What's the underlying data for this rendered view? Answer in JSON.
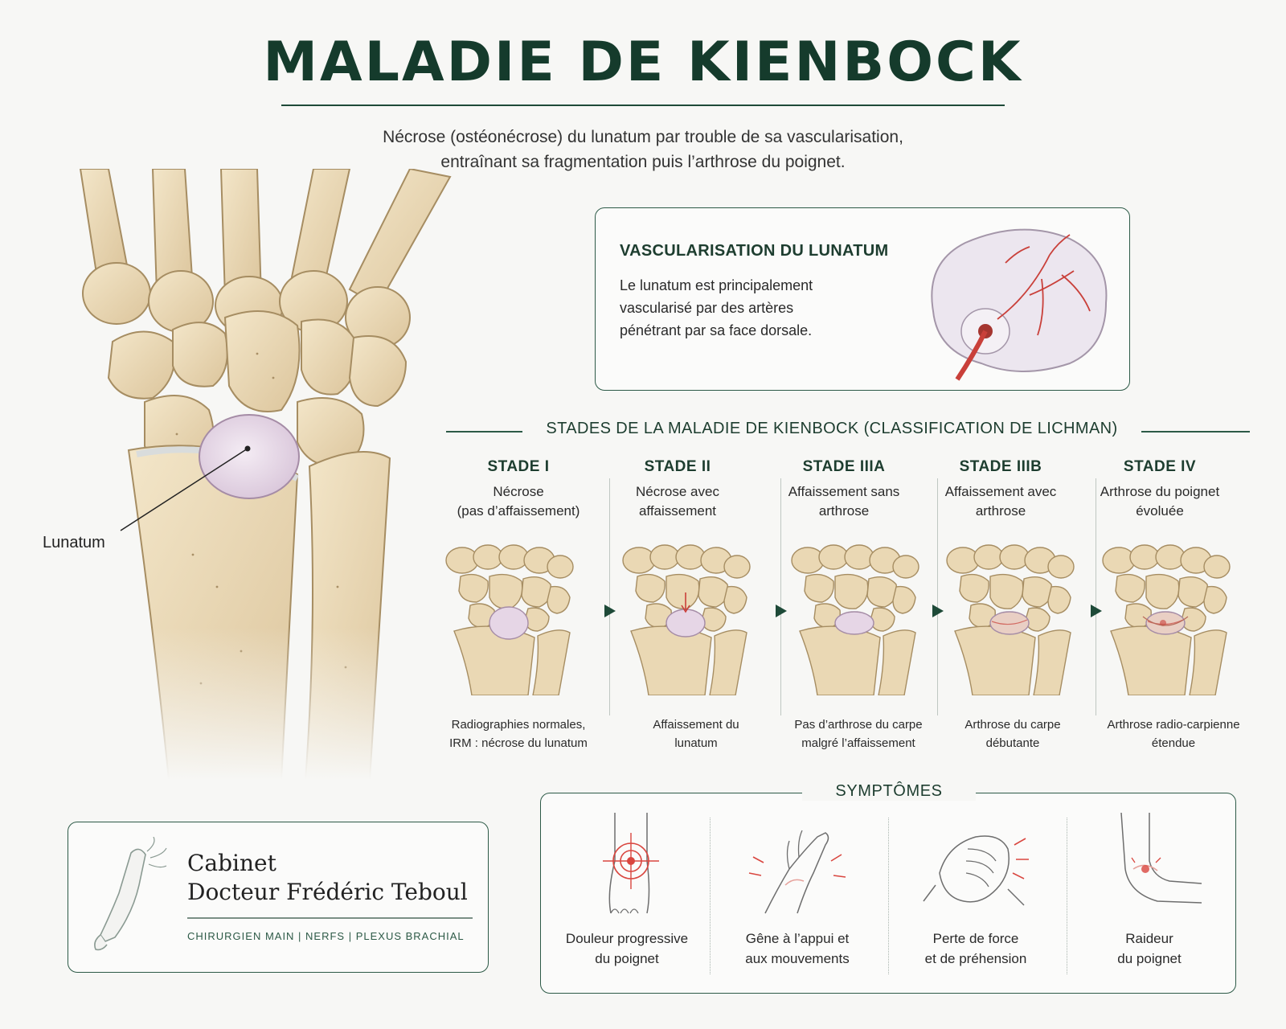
{
  "title": "MALADIE DE KIENBOCK",
  "subtitle": {
    "line1": "Nécrose (ostéonécrose) du lunatum par trouble de sa vascularisation,",
    "line2": "entraînant sa fragmentation puis l’arthrose du poignet."
  },
  "anatomy": {
    "label": "Lunatum"
  },
  "vascularisation": {
    "title": "VASCULARISATION DU LUNATUM",
    "lines": [
      "Le lunatum est principalement",
      "vascularisé par des artères",
      "pénétrant par sa face dorsale."
    ]
  },
  "stages": {
    "title": "STADES DE LA MALADIE DE KIENBOCK (CLASSIFICATION DE LICHMAN)",
    "items": [
      {
        "name": "STADE I",
        "desc": [
          "Nécrose",
          "(pas d’affaissement)"
        ],
        "foot": [
          "Radiographies normales,",
          "IRM : nécrose du lunatum"
        ]
      },
      {
        "name": "STADE II",
        "desc": [
          "Nécrose avec",
          "affaissement"
        ],
        "foot": [
          "Affaissement du",
          "lunatum"
        ]
      },
      {
        "name": "STADE IIIA",
        "desc": [
          "Affaissement sans",
          "arthrose"
        ],
        "foot": [
          "Pas d’arthrose du carpe",
          "malgré l’affaissement"
        ]
      },
      {
        "name": "STADE IIIB",
        "desc": [
          "Affaissement avec",
          "arthrose"
        ],
        "foot": [
          "Arthrose du carpe",
          "débutante"
        ]
      },
      {
        "name": "STADE IV",
        "desc": [
          "Arthrose du poignet",
          "évoluée"
        ],
        "foot": [
          "Arthrose radio-carpienne",
          "étendue"
        ]
      }
    ]
  },
  "cabinet": {
    "line1": "Cabinet",
    "line2": "Docteur Frédéric Teboul",
    "tagline": "CHIRURGIEN MAIN | NERFS | PLEXUS BRACHIAL"
  },
  "symptoms": {
    "title": "SYMPTÔMES",
    "items": [
      {
        "label": [
          "Douleur progressive",
          "du poignet"
        ],
        "icon": "wrist-pain-icon"
      },
      {
        "label": [
          "Gêne à l’appui et",
          "aux mouvements"
        ],
        "icon": "hand-support-icon"
      },
      {
        "label": [
          "Perte de force",
          "et de préhension"
        ],
        "icon": "grip-icon"
      },
      {
        "label": [
          "Raideur",
          "du poignet"
        ],
        "icon": "stiff-wrist-icon"
      }
    ]
  },
  "colors": {
    "accent": "#153b2c",
    "bone": "#ead8b4",
    "lunatum": "#e6d6e6",
    "artery": "#c9403a"
  }
}
